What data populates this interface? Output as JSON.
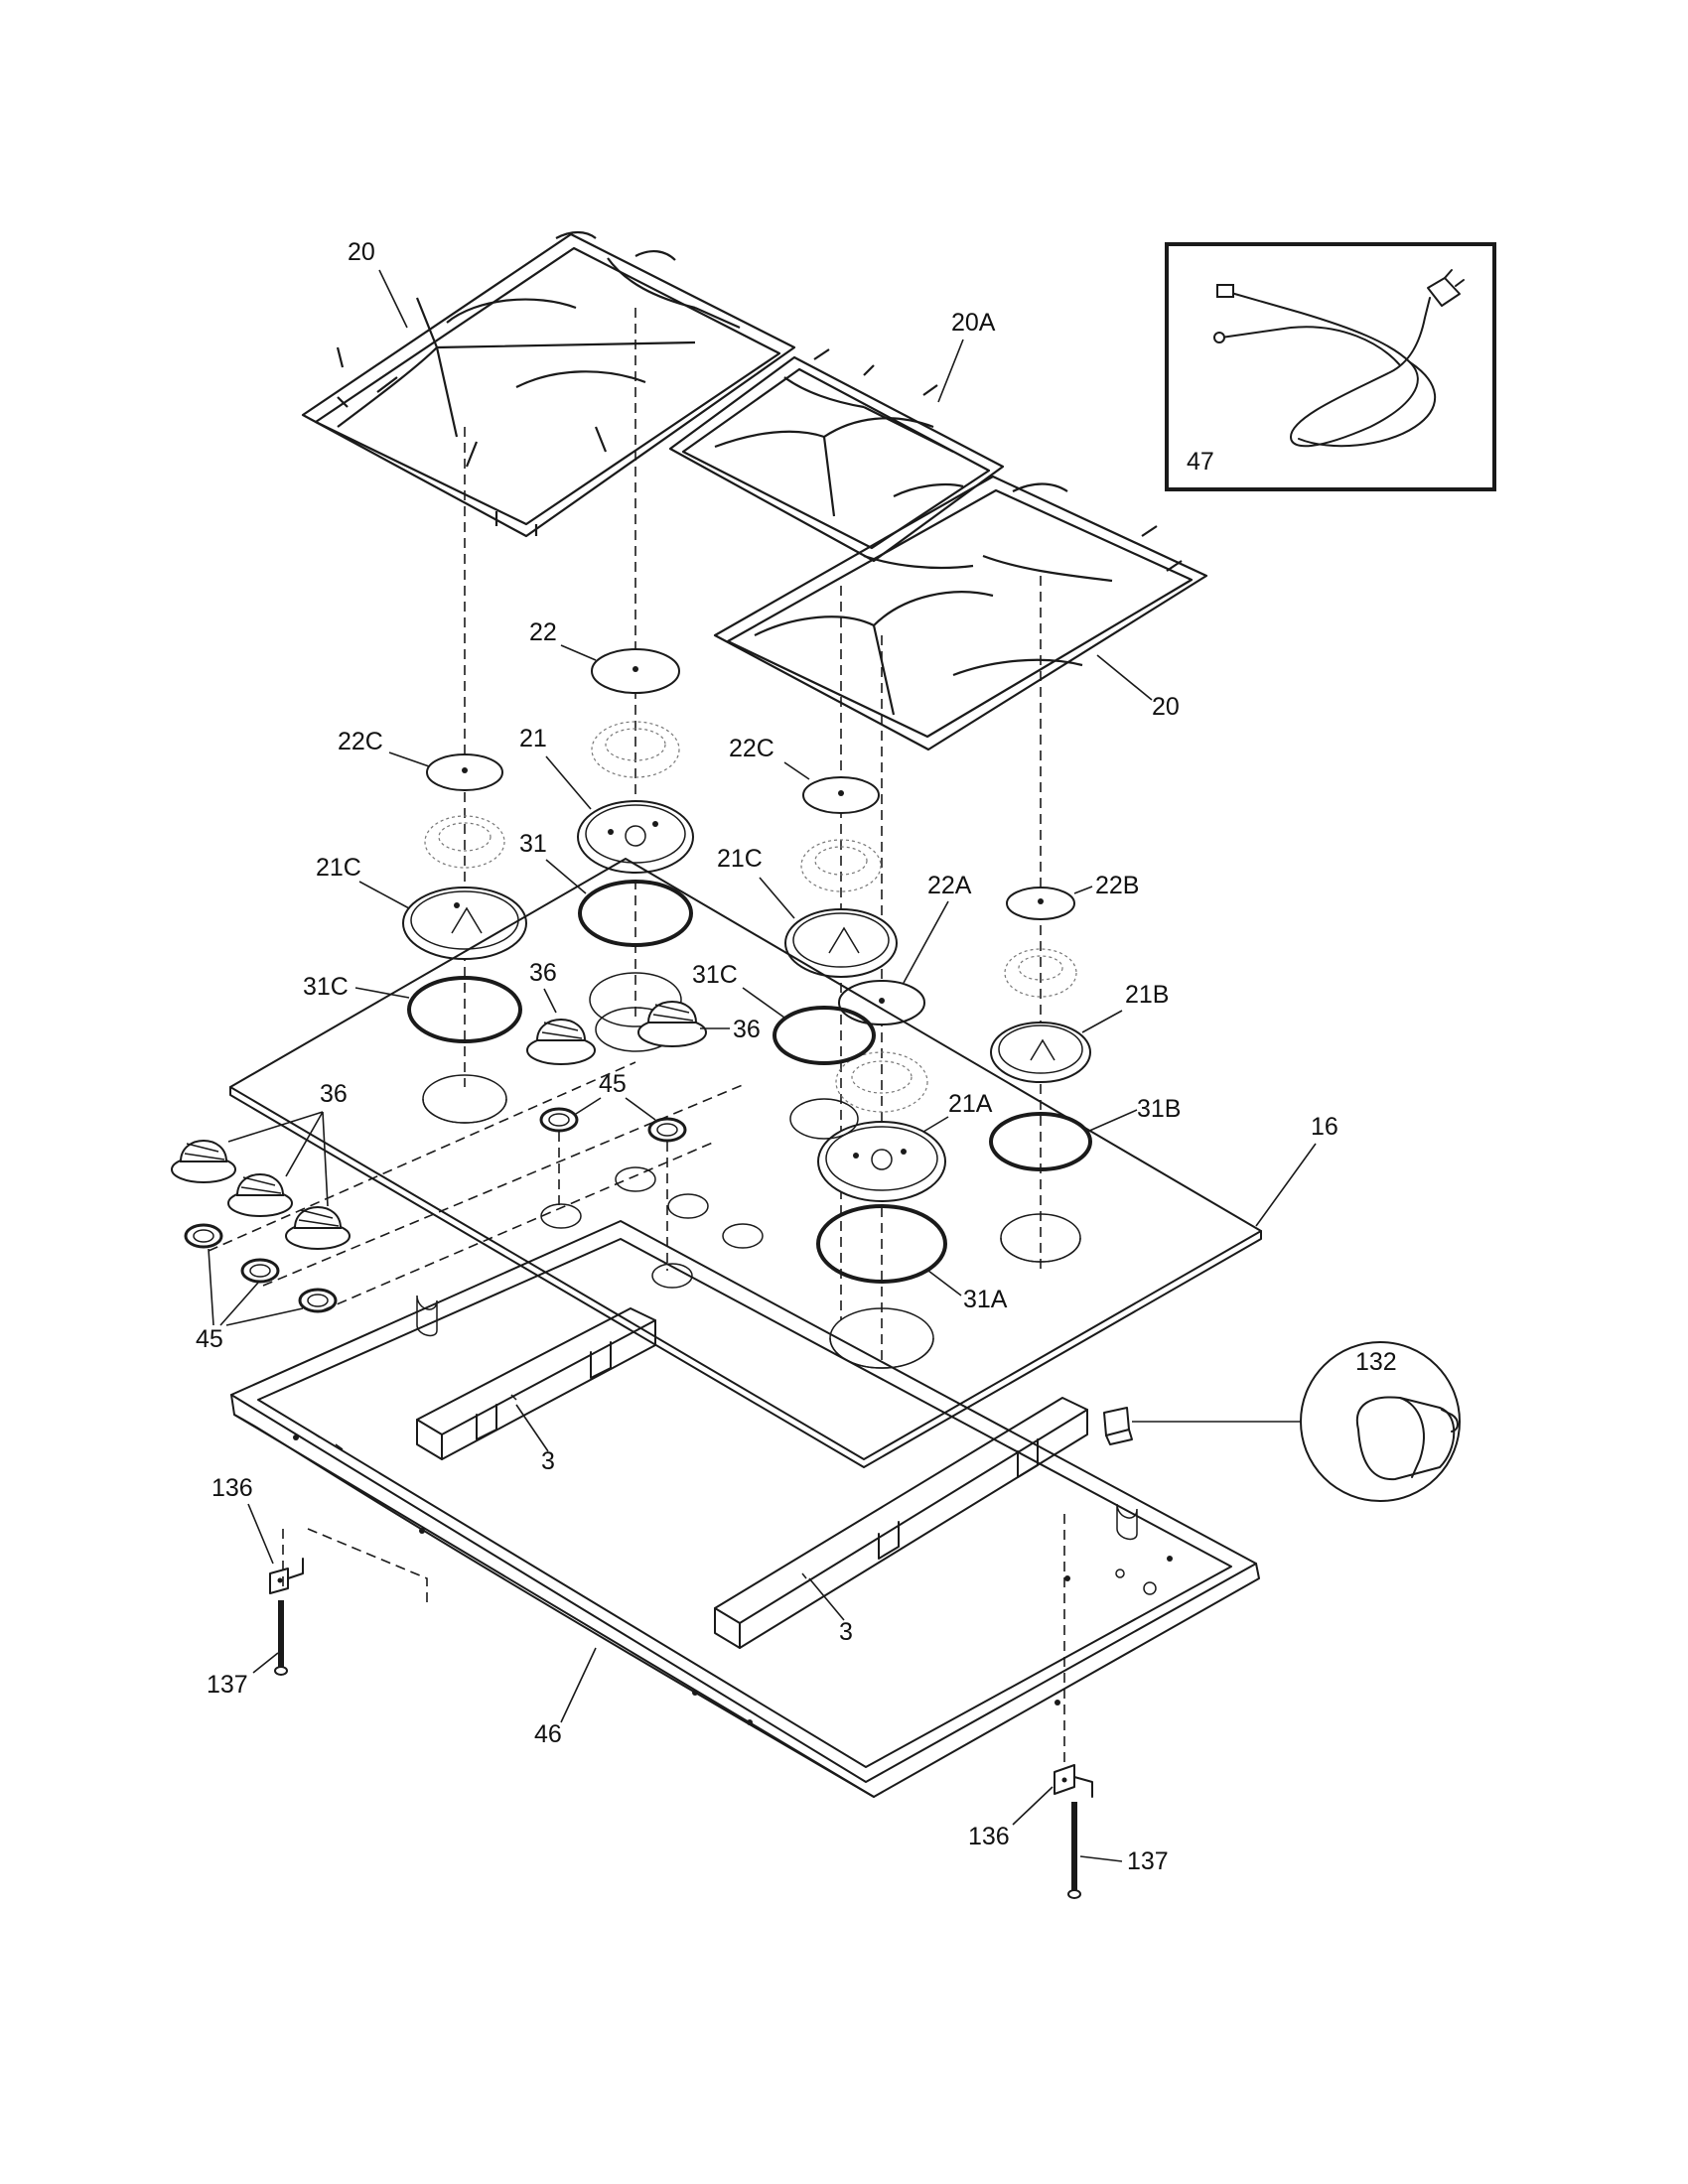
{
  "labels": {
    "grate_left": "20",
    "grate_center": "20A",
    "grate_right": "20",
    "cap_center_back": "22",
    "cap_left": "22C",
    "cap_center_right": "22C",
    "cap_front_center": "22A",
    "cap_right": "22B",
    "head_center_back": "21",
    "head_left": "21C",
    "head_center_right": "21C",
    "head_front_center": "21A",
    "head_right": "21B",
    "ring_center_back": "31",
    "ring_left": "31C",
    "ring_center_right": "31C",
    "ring_front_center": "31A",
    "ring_right": "31B",
    "knob_a": "36",
    "knob_b": "36",
    "knob_group": "36",
    "bezel_center": "45",
    "bezel_group": "45",
    "cooktop_glass": "16",
    "bracket_left": "3",
    "bracket_right": "3",
    "frame": "46",
    "clip_left": "136",
    "clip_right": "136",
    "screw_left": "137",
    "screw_right": "137",
    "connector": "132",
    "power_cord": "47"
  }
}
